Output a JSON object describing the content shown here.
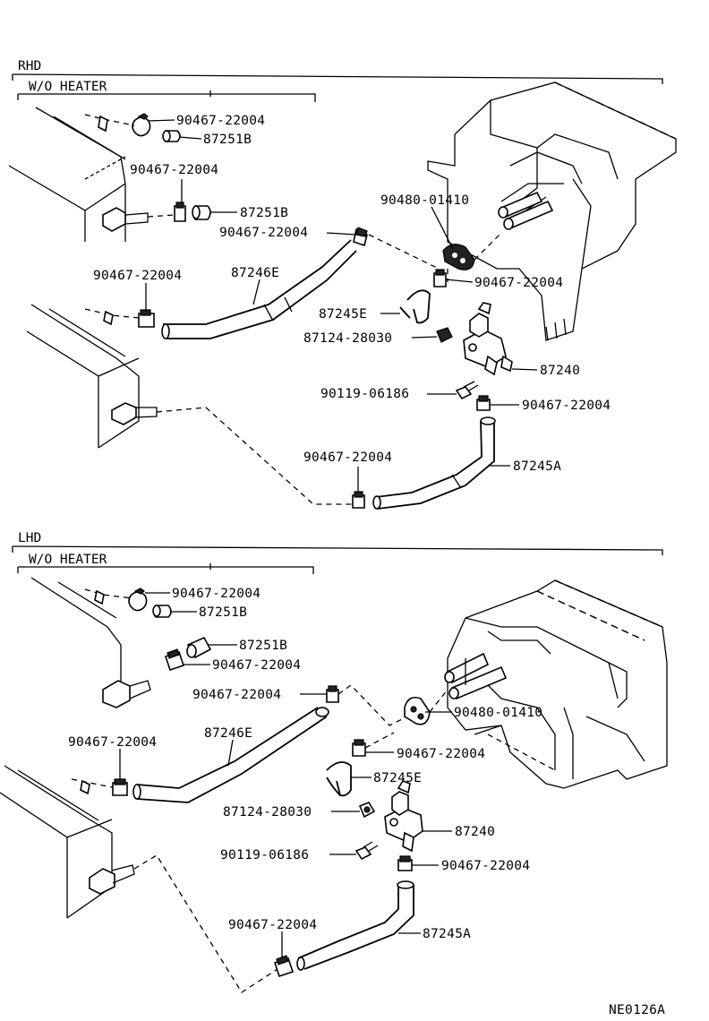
{
  "diagram_code": "NE0126A",
  "sections": [
    {
      "id": "rhd",
      "title": "RHD",
      "subtitle": "W/O HEATER",
      "labels": {
        "clip_top": "90467-22004",
        "cap_top": "87251B",
        "clip_mid": "90467-22004",
        "cap_mid": "87251B",
        "clip_hose_upper": "90467-22004",
        "valve_seal": "90480-01410",
        "clip_left": "90467-22004",
        "hose_e_long": "87246E",
        "clip_right": "90467-22004",
        "hose_e_short": "87245E",
        "valve_gasket": "87124-28030",
        "water_valve": "87240",
        "bolt": "90119-06186",
        "clip_valve": "90467-22004",
        "clip_bottom": "90467-22004",
        "hose_a": "87245A"
      }
    },
    {
      "id": "lhd",
      "title": "LHD",
      "subtitle": "W/O HEATER",
      "labels": {
        "clip_top": "90467-22004",
        "cap_top": "87251B",
        "cap_mid": "87251B",
        "clip_mid": "90467-22004",
        "clip_hose_upper": "90467-22004",
        "valve_seal": "90480-01410",
        "clip_left": "90467-22004",
        "hose_e_long": "87246E",
        "clip_right": "90467-22004",
        "hose_e_short": "87245E",
        "valve_gasket": "87124-28030",
        "water_valve": "87240",
        "bolt": "90119-06186",
        "clip_valve": "90467-22004",
        "clip_bottom": "90467-22004",
        "hose_a": "87245A"
      }
    }
  ],
  "icons": [
    "hose-clip-icon",
    "hose-cap-icon",
    "heater-unit-icon",
    "water-valve-icon",
    "bolt-icon",
    "radiator-tank-icon"
  ]
}
